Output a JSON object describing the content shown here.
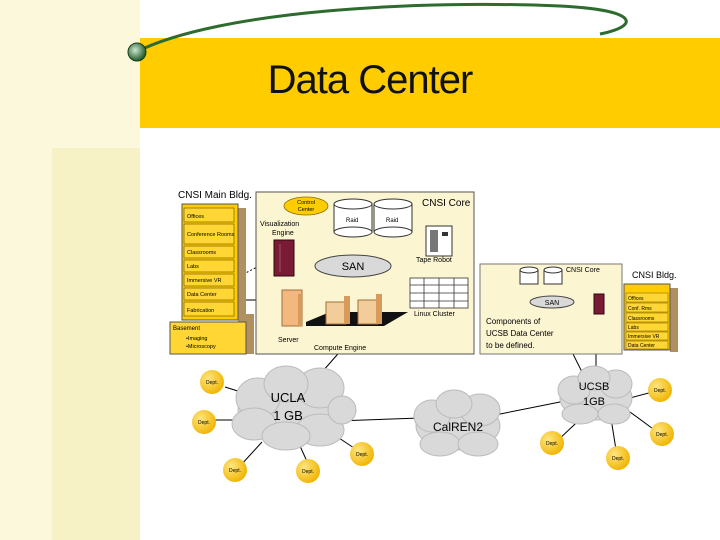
{
  "slide": {
    "title": "Data Center"
  },
  "main_bldg": {
    "title": "CNSI Main Bldg.",
    "floors": [
      "Offices",
      "Conference Rooms",
      "Classrooms",
      "Labs",
      "Immersive VR",
      "Data Center",
      "Fabrication"
    ],
    "basement": {
      "title": "Basement",
      "items": [
        "•Imaging",
        "•Microscopy"
      ]
    }
  },
  "core": {
    "title": "CNSI Core",
    "control_center": "Control Center",
    "viz_engine": "Visualization Engine",
    "raid_1": "Raid",
    "raid_2": "Raid",
    "san": "SAN",
    "tape_robot": "Tape Robot",
    "linux_cluster": "Linux Cluster",
    "server": "Server",
    "compute_engine": "Compute Engine"
  },
  "ucsb": {
    "core_title": "CNSI Core",
    "bldg_title": "CNSI Bldg.",
    "san": "SAN",
    "note": [
      "Components of",
      "UCSB Data Center",
      "to be defined."
    ],
    "floors": [
      "Offices",
      "Conf. Rms",
      "Classrooms",
      "Labs",
      "Immersive VR",
      "Data Center"
    ]
  },
  "networks": {
    "ucla": [
      "UCLA",
      "1 GB"
    ],
    "calren": "CalREN2",
    "ucsb": [
      "UCSB",
      "1GB"
    ]
  },
  "dept_label": "Dept.",
  "colors": {
    "accent": "#ffcc00",
    "panel": "#fcf5d2",
    "tan": "#f2cc99",
    "cloud": "#d9d9d9"
  }
}
